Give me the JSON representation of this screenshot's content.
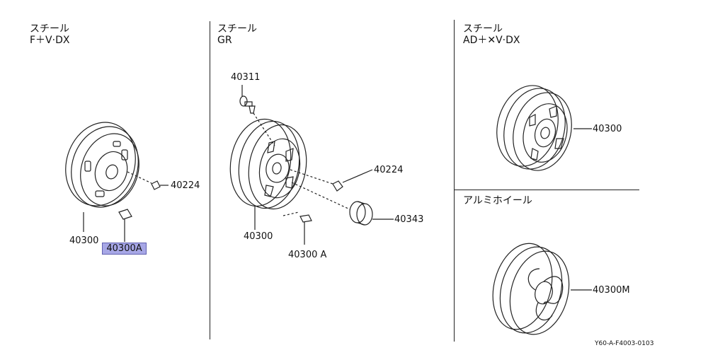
{
  "sections": {
    "left": {
      "line1": "スチール",
      "line2": "F＋V·DX"
    },
    "mid": {
      "line1": "スチール",
      "line2": "GR"
    },
    "right": {
      "line1": "スチール",
      "line2": "AD＋✕V·DX"
    },
    "alloy": {
      "line1": "アルミホイール"
    }
  },
  "parts": {
    "left_40224": "40224",
    "left_40300": "40300",
    "left_40300A": "40300A",
    "mid_40311": "40311",
    "mid_40224": "40224",
    "mid_40343": "40343",
    "mid_40300": "40300",
    "mid_40300A": "40300 A",
    "right_40300": "40300",
    "right_40300M": "40300M"
  },
  "highlight_color": "#a7a7e6",
  "reference": "Y60-A-F4003-0103"
}
